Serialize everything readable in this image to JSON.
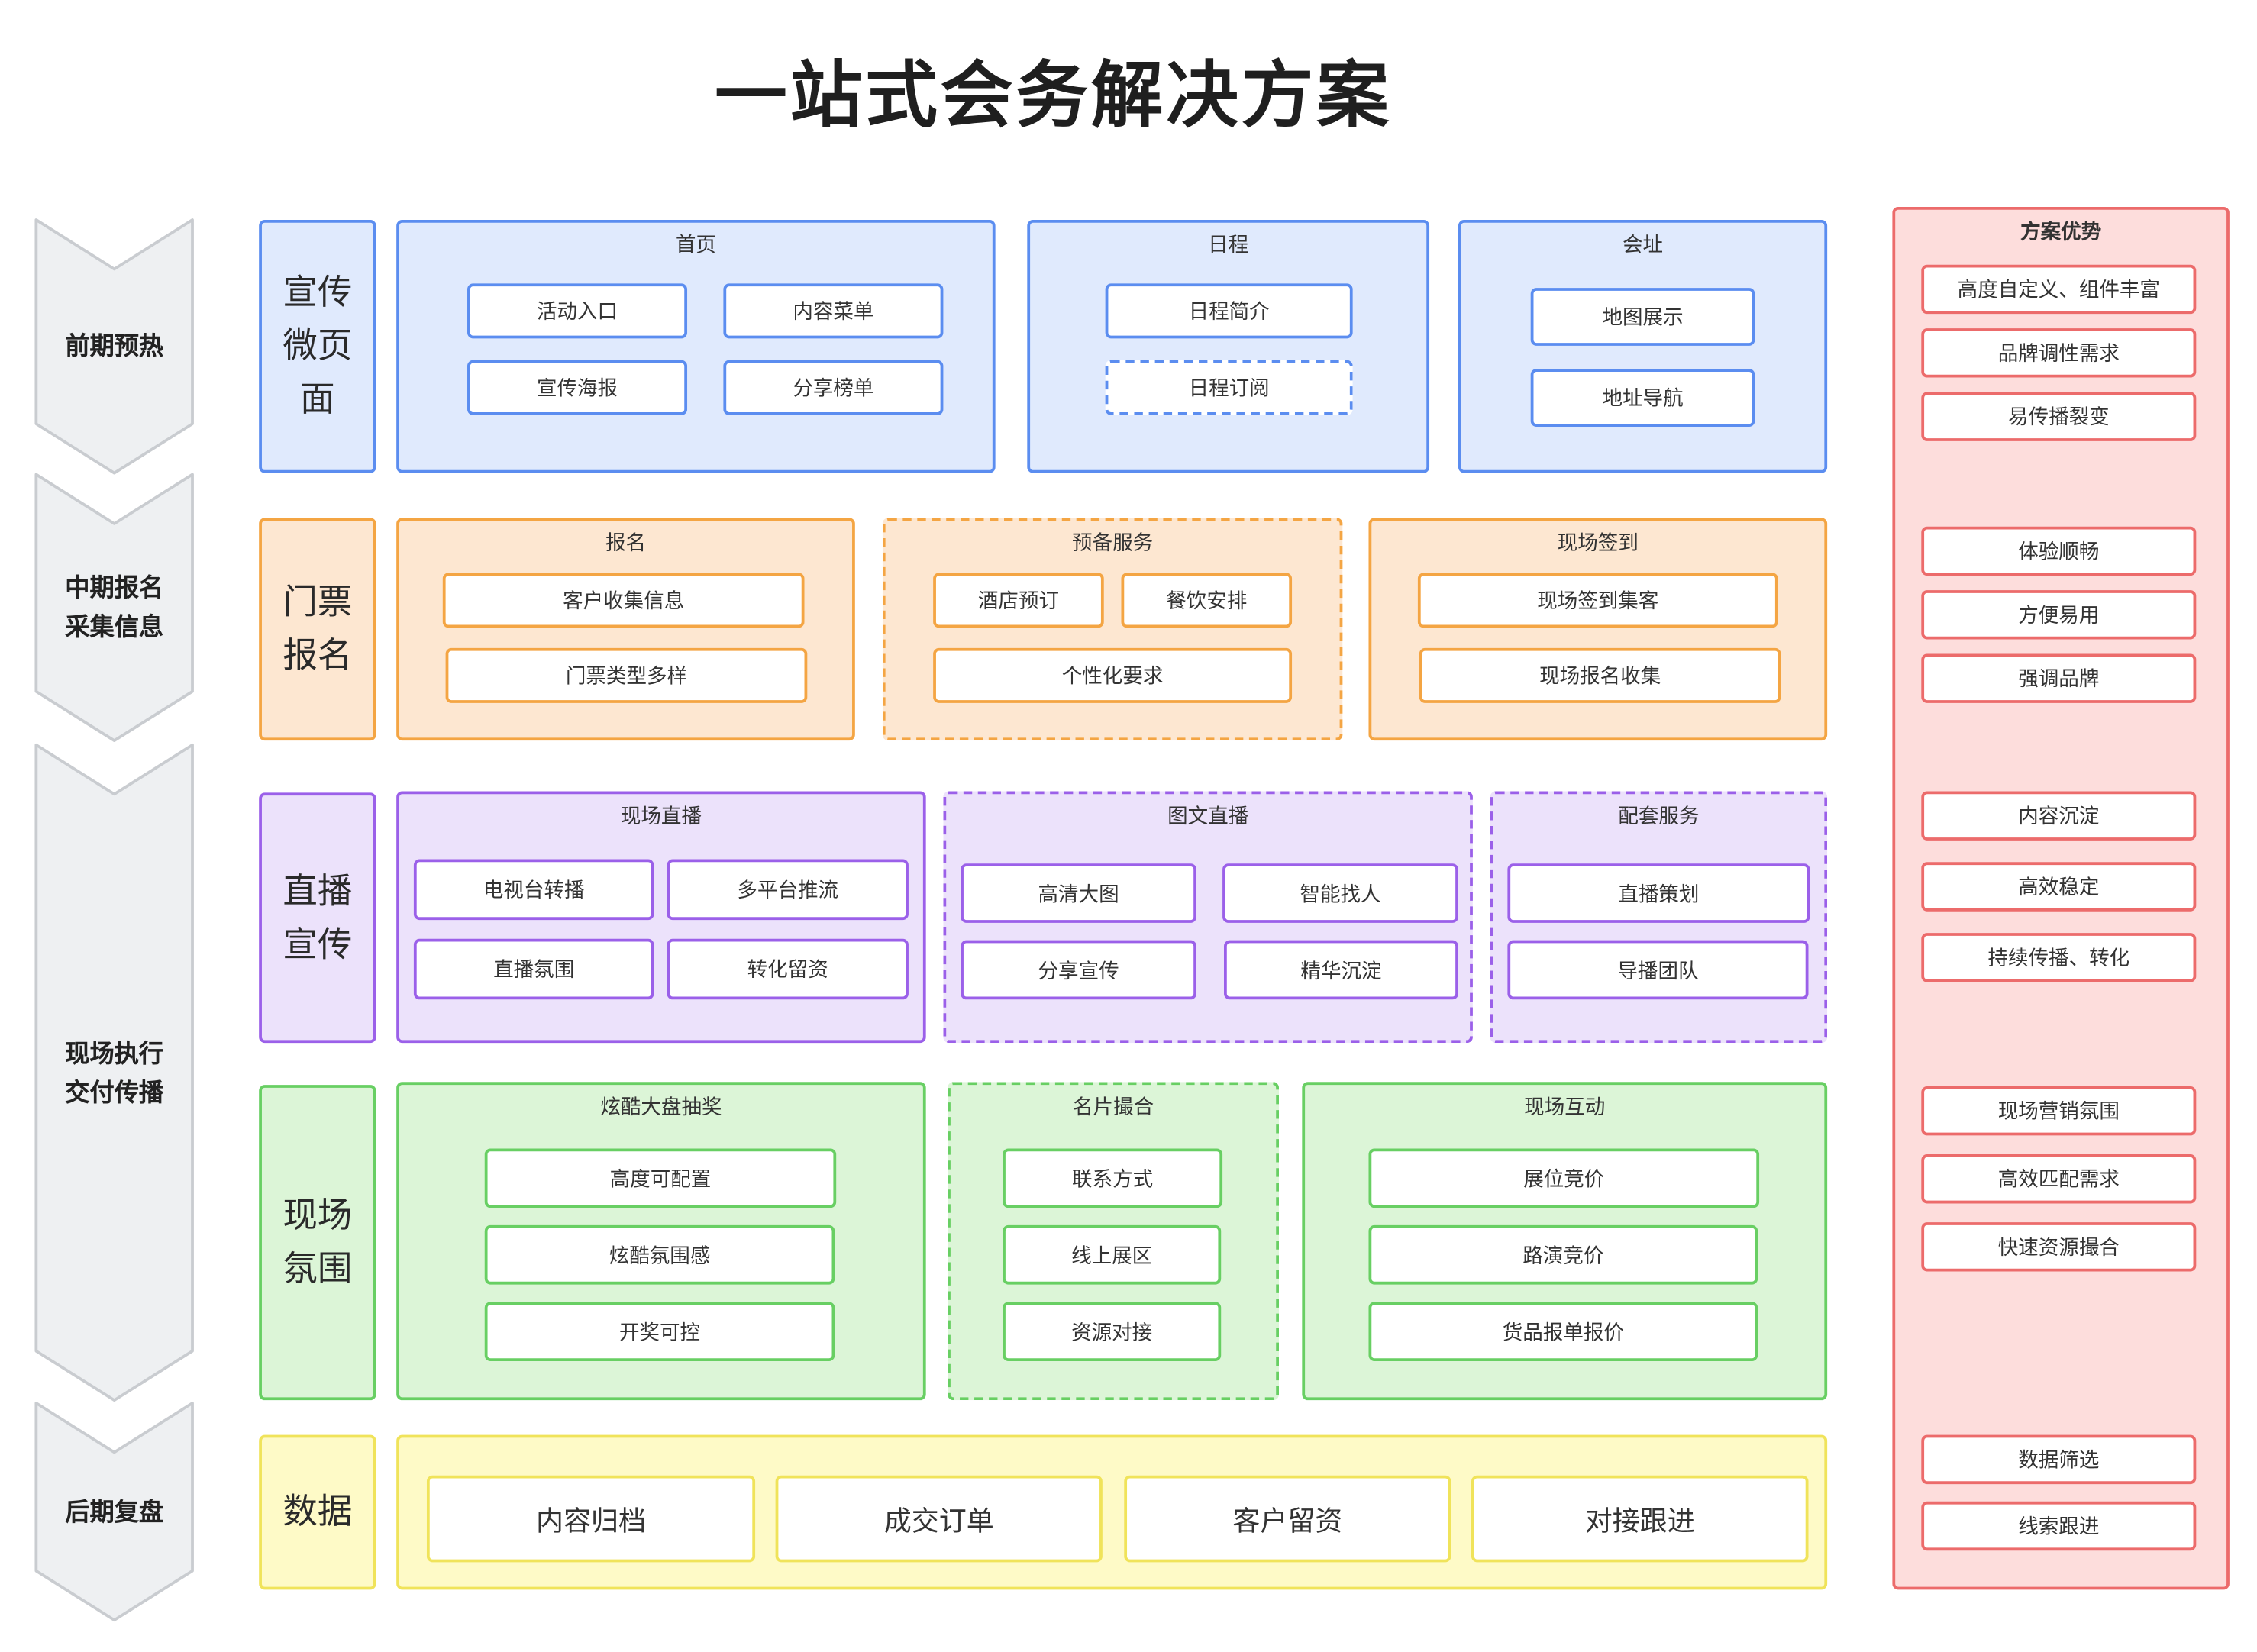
{
  "title": "一站式会务解决方案",
  "stages": [
    {
      "lines": [
        "前期预热"
      ]
    },
    {
      "lines": [
        "中期报名",
        "采集信息"
      ]
    },
    {
      "lines": [
        "现场执行",
        "交付传播"
      ]
    },
    {
      "lines": [
        "后期复盘"
      ]
    }
  ],
  "modules": [
    {
      "lines": [
        "宣传",
        "微页",
        "面"
      ],
      "groups": [
        {
          "title": "首页",
          "items": [
            "活动入口",
            "内容菜单",
            "宣传海报",
            "分享榜单"
          ]
        },
        {
          "title": "日程",
          "items": [
            "日程简介",
            "日程订阅"
          ]
        },
        {
          "title": "会址",
          "items": [
            "地图展示",
            "地址导航"
          ]
        }
      ]
    },
    {
      "lines": [
        "门票",
        "报名"
      ],
      "groups": [
        {
          "title": "报名",
          "items": [
            "客户收集信息",
            "门票类型多样"
          ]
        },
        {
          "title": "预备服务",
          "items": [
            "酒店预订",
            "餐饮安排",
            "个性化要求"
          ]
        },
        {
          "title": "现场签到",
          "items": [
            "现场签到集客",
            "现场报名收集"
          ]
        }
      ]
    },
    {
      "lines": [
        "直播",
        "宣传"
      ],
      "groups": [
        {
          "title": "现场直播",
          "items": [
            "电视台转播",
            "多平台推流",
            "直播氛围",
            "转化留资"
          ]
        },
        {
          "title": "图文直播",
          "items": [
            "高清大图",
            "智能找人",
            "分享宣传",
            "精华沉淀"
          ]
        },
        {
          "title": "配套服务",
          "items": [
            "直播策划",
            "导播团队"
          ]
        }
      ]
    },
    {
      "lines": [
        "现场",
        "氛围"
      ],
      "groups": [
        {
          "title": "炫酷大盘抽奖",
          "items": [
            "高度可配置",
            "炫酷氛围感",
            "开奖可控"
          ]
        },
        {
          "title": "名片撮合",
          "items": [
            "联系方式",
            "线上展区",
            "资源对接"
          ]
        },
        {
          "title": "现场互动",
          "items": [
            "展位竞价",
            "路演竞价",
            "货品报单报价"
          ]
        }
      ]
    },
    {
      "lines": [
        "数据"
      ],
      "groups": [
        {
          "items": [
            "内容归档",
            "成交订单",
            "客户留资",
            "对接跟进"
          ]
        }
      ]
    }
  ],
  "advantages": {
    "title": "方案优势",
    "items": [
      "高度自定义、组件丰富",
      "品牌调性需求",
      "易传播裂变",
      "体验顺畅",
      "方便易用",
      "强调品牌",
      "内容沉淀",
      "高效稳定",
      "持续传播、转化",
      "现场营销氛围",
      "高效匹配需求",
      "快速资源撮合",
      "数据筛选",
      "线索跟进"
    ]
  },
  "colors": {
    "blue": {
      "border": "#5b8df0",
      "fill": "#e0eafd"
    },
    "orange": {
      "border": "#f4a543",
      "fill": "#fde7d1"
    },
    "purple": {
      "border": "#9b60e9",
      "fill": "#ece2fb"
    },
    "green": {
      "border": "#68cf63",
      "fill": "#dcf5d7"
    },
    "yellow": {
      "border": "#f0e35a",
      "fill": "#fefac7"
    },
    "red": {
      "border": "#ec6b6b",
      "fill": "#fddddc"
    },
    "chevron": {
      "border": "#c9ccd0",
      "fill": "#eef0f2"
    }
  }
}
